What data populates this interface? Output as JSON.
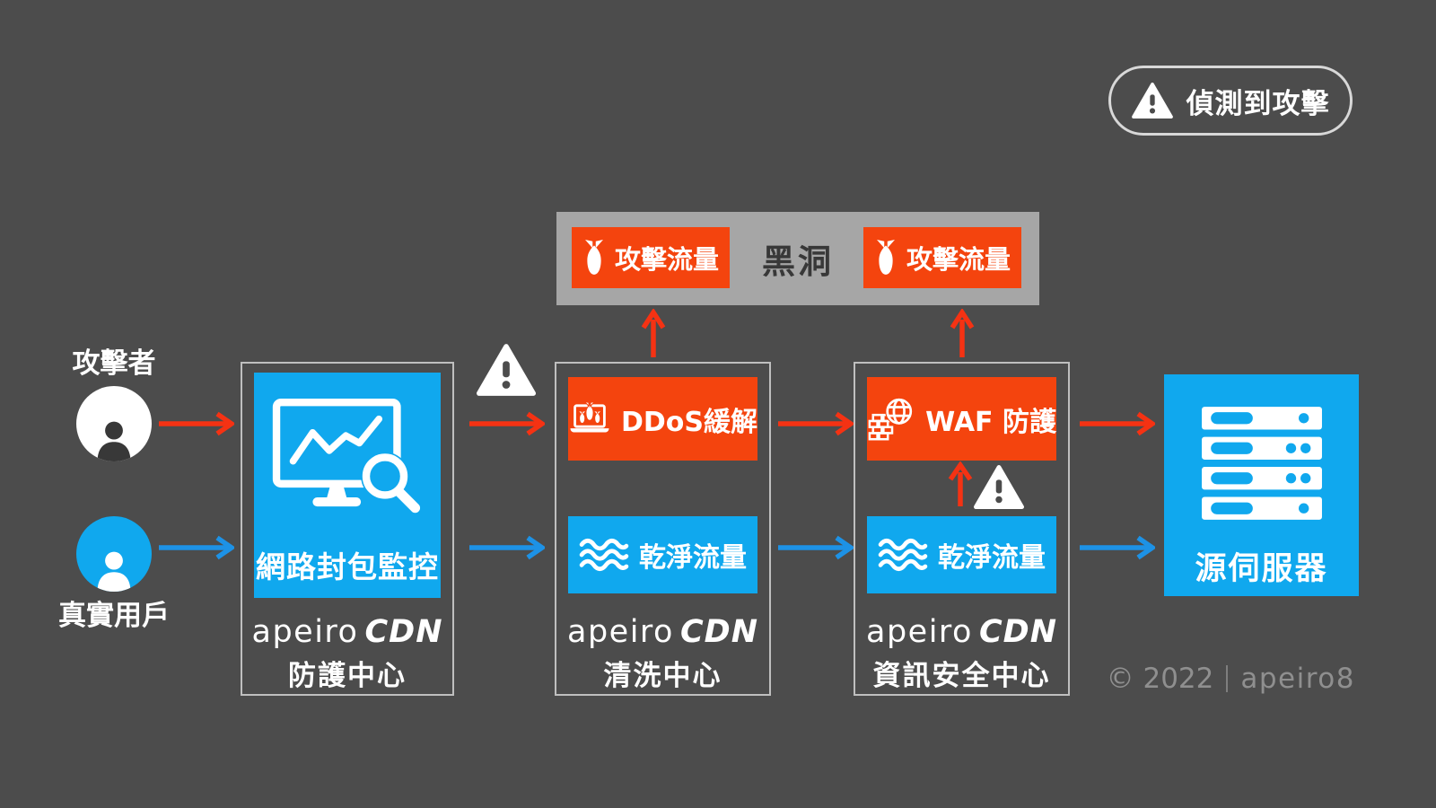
{
  "alert_badge": {
    "label": "偵測到攻擊"
  },
  "blackhole": {
    "title": "黑洞",
    "left_chip": {
      "label": "攻擊流量"
    },
    "right_chip": {
      "label": "攻擊流量"
    }
  },
  "actors": {
    "attacker": {
      "label": "攻擊者"
    },
    "real_user": {
      "label": "真實用戶"
    }
  },
  "columns": {
    "protection": {
      "box_label": "網路封包監控",
      "brand": "apeiro",
      "brand_suffix": "CDN",
      "caption": "防護中心"
    },
    "scrubbing": {
      "attack_box": "DDoS緩解",
      "clean_box": "乾淨流量",
      "brand": "apeiro",
      "brand_suffix": "CDN",
      "caption": "清洗中心"
    },
    "security": {
      "attack_box": "WAF 防護",
      "clean_box": "乾淨流量",
      "brand": "apeiro",
      "brand_suffix": "CDN",
      "caption": "資訊安全中心"
    }
  },
  "origin_server": {
    "label": "源伺服器"
  },
  "footer": {
    "year": "© 2022",
    "brand": "apeiro8"
  },
  "colors": {
    "background": "#4C4C4C",
    "attack_orange": "#F4440E",
    "attack_arrow": "#F53213",
    "clean_blue": "#10A8EE",
    "clean_arrow": "#1D92E6",
    "blackhole_gray": "#A6A6A6",
    "blackhole_text": "#383838",
    "panel_border": "#BFBFBF",
    "white": "#FFFFFF",
    "copyright_gray": "#8F8F8F"
  }
}
